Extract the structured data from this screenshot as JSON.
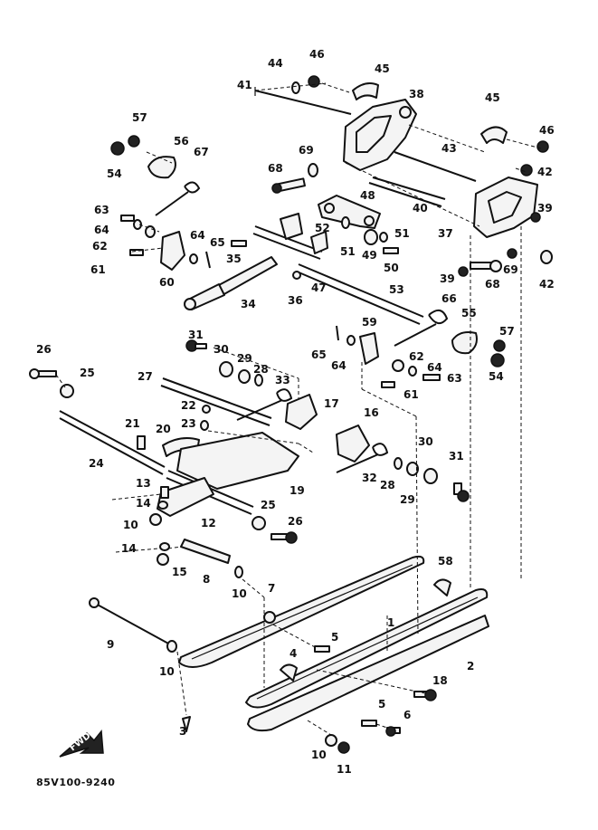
{
  "diagram": {
    "drawing_code": "85V100-9240",
    "fwd_label": "FWD",
    "callouts": [
      {
        "id": "c1",
        "label": "44"
      },
      {
        "id": "c2",
        "label": "46"
      },
      {
        "id": "c3",
        "label": "45"
      },
      {
        "id": "c4",
        "label": "41"
      },
      {
        "id": "c5",
        "label": "38"
      },
      {
        "id": "c6",
        "label": "57"
      },
      {
        "id": "c7",
        "label": "56"
      },
      {
        "id": "c8",
        "label": "67"
      },
      {
        "id": "c9",
        "label": "54"
      },
      {
        "id": "c10",
        "label": "69"
      },
      {
        "id": "c11",
        "label": "68"
      },
      {
        "id": "c12",
        "label": "43"
      },
      {
        "id": "c13",
        "label": "45"
      },
      {
        "id": "c14",
        "label": "46"
      },
      {
        "id": "c15",
        "label": "42"
      },
      {
        "id": "c16",
        "label": "48"
      },
      {
        "id": "c17",
        "label": "40"
      },
      {
        "id": "c18",
        "label": "39"
      },
      {
        "id": "c19",
        "label": "37"
      },
      {
        "id": "c20",
        "label": "63"
      },
      {
        "id": "c21",
        "label": "64"
      },
      {
        "id": "c22",
        "label": "62"
      },
      {
        "id": "c23",
        "label": "61"
      },
      {
        "id": "c24",
        "label": "64"
      },
      {
        "id": "c25",
        "label": "65"
      },
      {
        "id": "c26",
        "label": "60"
      },
      {
        "id": "c27",
        "label": "35"
      },
      {
        "id": "c28",
        "label": "52"
      },
      {
        "id": "c29",
        "label": "51"
      },
      {
        "id": "c30",
        "label": "51"
      },
      {
        "id": "c31",
        "label": "49"
      },
      {
        "id": "c32",
        "label": "50"
      },
      {
        "id": "c33",
        "label": "39"
      },
      {
        "id": "c34",
        "label": "69"
      },
      {
        "id": "c35",
        "label": "68"
      },
      {
        "id": "c36",
        "label": "42"
      },
      {
        "id": "c37",
        "label": "36"
      },
      {
        "id": "c38",
        "label": "47"
      },
      {
        "id": "c39",
        "label": "53"
      },
      {
        "id": "c40",
        "label": "34"
      },
      {
        "id": "c41",
        "label": "66"
      },
      {
        "id": "c42",
        "label": "55"
      },
      {
        "id": "c43",
        "label": "57"
      },
      {
        "id": "c44",
        "label": "54"
      },
      {
        "id": "c45",
        "label": "31"
      },
      {
        "id": "c46",
        "label": "59"
      },
      {
        "id": "c47",
        "label": "65"
      },
      {
        "id": "c48",
        "label": "64"
      },
      {
        "id": "c49",
        "label": "62"
      },
      {
        "id": "c50",
        "label": "64"
      },
      {
        "id": "c51",
        "label": "63"
      },
      {
        "id": "c52",
        "label": "61"
      },
      {
        "id": "c53",
        "label": "26"
      },
      {
        "id": "c54",
        "label": "25"
      },
      {
        "id": "c55",
        "label": "30"
      },
      {
        "id": "c56",
        "label": "29"
      },
      {
        "id": "c57",
        "label": "28"
      },
      {
        "id": "c58",
        "label": "33"
      },
      {
        "id": "c59",
        "label": "27"
      },
      {
        "id": "c60",
        "label": "17"
      },
      {
        "id": "c61",
        "label": "22"
      },
      {
        "id": "c62",
        "label": "23"
      },
      {
        "id": "c63",
        "label": "16"
      },
      {
        "id": "c64",
        "label": "21"
      },
      {
        "id": "c65",
        "label": "20"
      },
      {
        "id": "c66",
        "label": "24"
      },
      {
        "id": "c67",
        "label": "30"
      },
      {
        "id": "c68",
        "label": "31"
      },
      {
        "id": "c69",
        "label": "32"
      },
      {
        "id": "c70",
        "label": "28"
      },
      {
        "id": "c71",
        "label": "29"
      },
      {
        "id": "c72",
        "label": "19"
      },
      {
        "id": "c73",
        "label": "13"
      },
      {
        "id": "c74",
        "label": "14"
      },
      {
        "id": "c75",
        "label": "25"
      },
      {
        "id": "c76",
        "label": "10"
      },
      {
        "id": "c77",
        "label": "12"
      },
      {
        "id": "c78",
        "label": "26"
      },
      {
        "id": "c79",
        "label": "14"
      },
      {
        "id": "c80",
        "label": "15"
      },
      {
        "id": "c81",
        "label": "8"
      },
      {
        "id": "c82",
        "label": "10"
      },
      {
        "id": "c83",
        "label": "7"
      },
      {
        "id": "c84",
        "label": "58"
      },
      {
        "id": "c85",
        "label": "9"
      },
      {
        "id": "c86",
        "label": "10"
      },
      {
        "id": "c87",
        "label": "5"
      },
      {
        "id": "c88",
        "label": "4"
      },
      {
        "id": "c89",
        "label": "1"
      },
      {
        "id": "c90",
        "label": "2"
      },
      {
        "id": "c91",
        "label": "18"
      },
      {
        "id": "c92",
        "label": "3"
      },
      {
        "id": "c93",
        "label": "5"
      },
      {
        "id": "c94",
        "label": "6"
      },
      {
        "id": "c95",
        "label": "10"
      },
      {
        "id": "c96",
        "label": "11"
      }
    ]
  }
}
